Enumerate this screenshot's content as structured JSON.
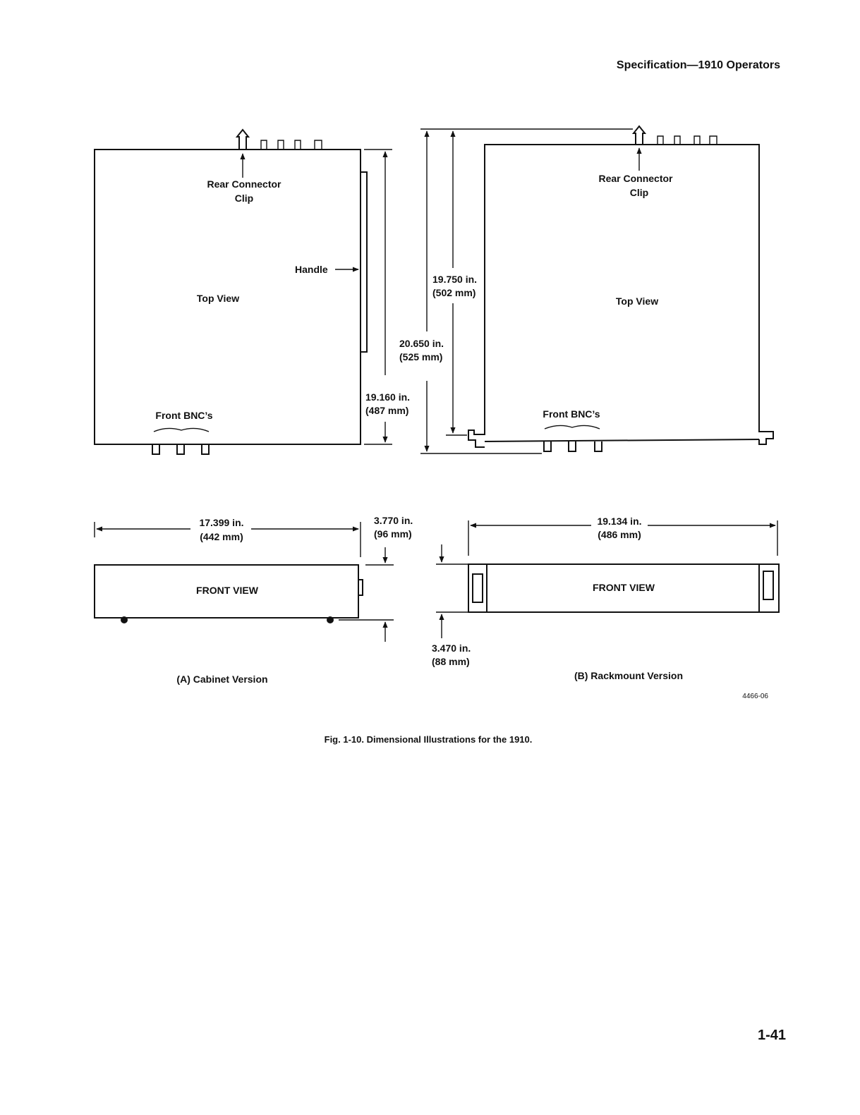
{
  "header": {
    "running_title": "Specification—1910 Operators"
  },
  "cabinet": {
    "top_view": {
      "rear_connector_line1": "Rear Connector",
      "rear_connector_line2": "Clip",
      "handle": "Handle",
      "view_label": "Top View",
      "front_bncs": "Front BNC’s",
      "depth_in": "19.160 in.",
      "depth_mm": "(487 mm)"
    },
    "front_view": {
      "view_label": "FRONT VIEW",
      "width_in": "17.399 in.",
      "width_mm": "(442 mm)",
      "height_in": "3.770 in.",
      "height_mm": "(96 mm)"
    },
    "caption": "(A) Cabinet Version"
  },
  "overall_depth": {
    "in": "20.650 in.",
    "mm": "(525 mm)"
  },
  "rackmount": {
    "top_view": {
      "rear_connector_line1": "Rear Connector",
      "rear_connector_line2": "Clip",
      "view_label": "Top View",
      "front_bncs": "Front BNC’s",
      "depth_in": "19.750 in.",
      "depth_mm": "(502 mm)"
    },
    "front_view": {
      "view_label": "FRONT VIEW",
      "width_in": "19.134 in.",
      "width_mm": "(486 mm)",
      "height_in": "3.470 in.",
      "height_mm": "(88 mm)"
    },
    "caption": "(B) Rackmount Version"
  },
  "figure_code": "4466-06",
  "figure_caption": "Fig. 1-10. Dimensional Illustrations for the 1910.",
  "page_number": "1-41"
}
